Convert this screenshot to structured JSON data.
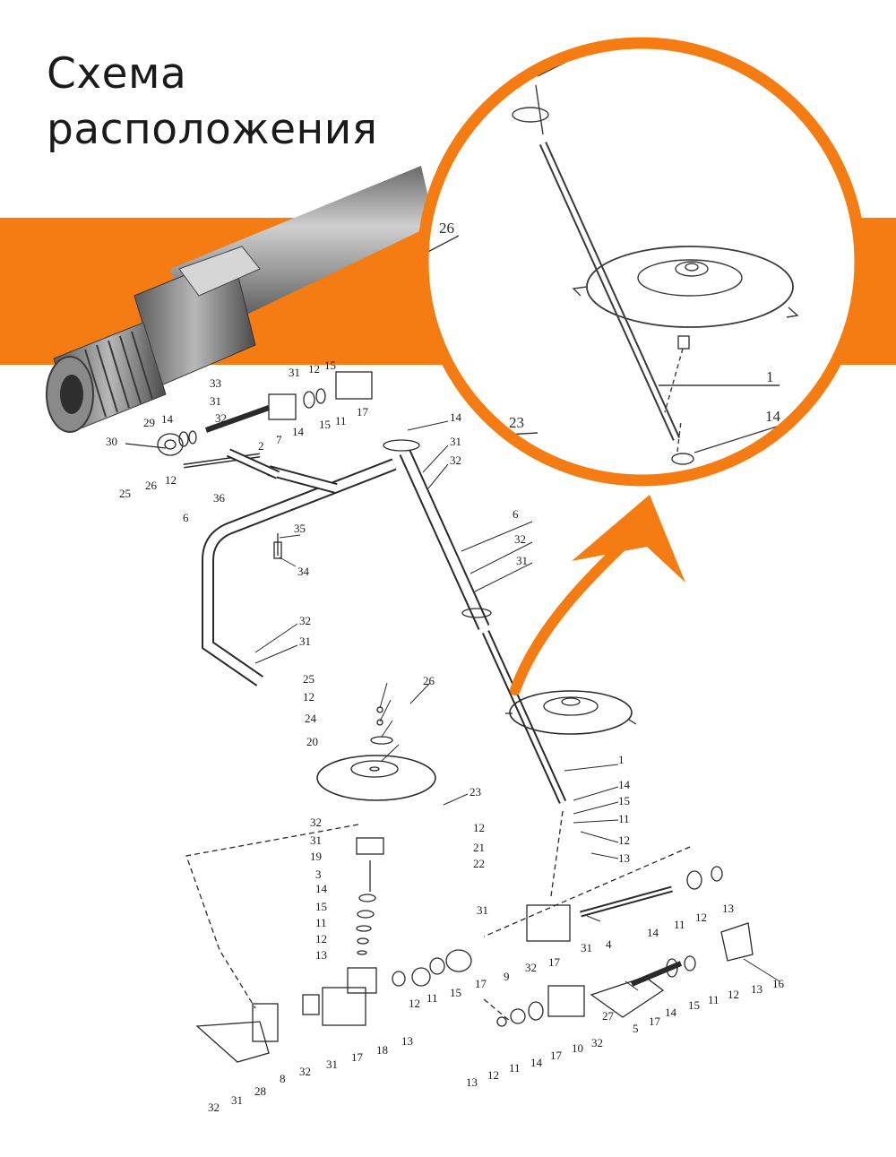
{
  "title": {
    "line1": "Схема",
    "line2": "расположения"
  },
  "colors": {
    "accent": "#f47c13",
    "line": "#2a2a2a",
    "background": "#ffffff"
  },
  "zoom_callout": {
    "labels": [
      "26",
      "1",
      "23",
      "14"
    ]
  },
  "part_labels": {
    "top_left": [
      "33",
      "31",
      "32",
      "31",
      "12",
      "15",
      "29",
      "14",
      "30",
      "25",
      "26",
      "12",
      "36",
      "2",
      "7",
      "14",
      "11",
      "15",
      "17",
      "14",
      "31",
      "32",
      "6",
      "35",
      "34"
    ],
    "shaft": [
      "6",
      "32",
      "31",
      "32",
      "31",
      "25",
      "12",
      "24",
      "20",
      "26",
      "23",
      "1",
      "14",
      "15",
      "11",
      "12",
      "13",
      "32",
      "31",
      "19",
      "12",
      "21",
      "22",
      "3",
      "14",
      "15",
      "11",
      "12",
      "13"
    ],
    "gearbox": [
      "31",
      "4",
      "14",
      "11",
      "12",
      "13",
      "32",
      "17",
      "9",
      "12",
      "11",
      "15",
      "17",
      "16",
      "13",
      "12",
      "11",
      "15",
      "14",
      "17",
      "5",
      "27",
      "31",
      "10",
      "32",
      "17",
      "14",
      "11",
      "12",
      "13",
      "18",
      "13",
      "17",
      "31",
      "32",
      "8",
      "28",
      "31",
      "32"
    ]
  }
}
